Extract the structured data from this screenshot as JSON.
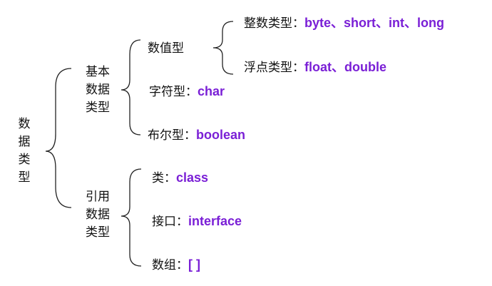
{
  "root": {
    "label": "数据类型"
  },
  "basic": {
    "label_lines": [
      "基本",
      "数据",
      "类型"
    ],
    "numeric": {
      "label": "数值型",
      "integer": {
        "label": "整数类型：",
        "value": "byte、short、int、long"
      },
      "float": {
        "label": "浮点类型：",
        "value": "float、double"
      }
    },
    "char": {
      "label": "字符型：",
      "value": "char"
    },
    "boolean": {
      "label": "布尔型：",
      "value": "boolean"
    }
  },
  "reference": {
    "label_lines": [
      "引用",
      "数据",
      "类型"
    ],
    "class": {
      "label": "类：",
      "value": "class"
    },
    "interface": {
      "label": "接口：",
      "value": "interface"
    },
    "array": {
      "label": "数组：",
      "value": "[ ]"
    }
  },
  "colors": {
    "keyword": "#7a1fd6",
    "text": "#111111",
    "brace": "#222222"
  }
}
